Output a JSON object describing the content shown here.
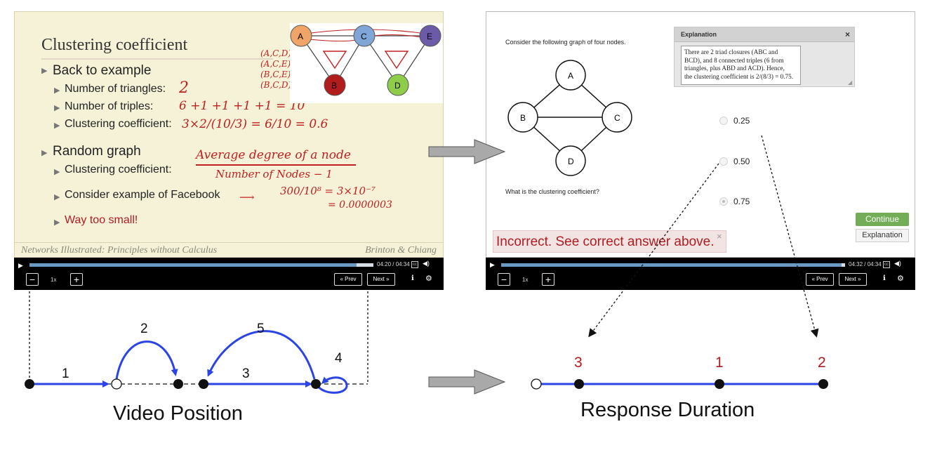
{
  "left_player": {
    "slide": {
      "title": "Clustering coefficient",
      "bullets": [
        {
          "level": 1,
          "text": "Back to example"
        },
        {
          "level": 2,
          "text": "Number of triangles:",
          "handwriting": "2"
        },
        {
          "level": 2,
          "text": "Number of triples:",
          "handwriting": "6 +1 +1 +1 +1 = 10"
        },
        {
          "level": 2,
          "text": "Clustering coefficient:",
          "handwriting": "3×2/(10/3) = 6/10 = 0.6"
        },
        {
          "level": 1,
          "text": "Random graph"
        },
        {
          "level": 2,
          "text": "Clustering coefficient:",
          "handwriting_top": "Average degree of a node",
          "handwriting_bottom": "Number of Nodes − 1"
        },
        {
          "level": 2,
          "text": "Consider example of Facebook",
          "handwriting": "300/10⁸ = 3×10⁻⁷",
          "handwriting_2": "= 0.0000003"
        },
        {
          "level": 2,
          "text": "Way too small!",
          "color": "#b01c22"
        }
      ],
      "triples_note": [
        "(A,C,D)",
        "(A,C,E)",
        "(B,C,E)",
        "(B,C,D)"
      ],
      "graph_nodes": [
        {
          "label": "A",
          "color": "#f0a468"
        },
        {
          "label": "C",
          "color": "#7fa6d6"
        },
        {
          "label": "E",
          "color": "#6a5aa8"
        },
        {
          "label": "B",
          "color": "#b21c1c"
        },
        {
          "label": "D",
          "color": "#8fcc4a"
        }
      ],
      "footer_left": "Networks Illustrated: Principles without Calculus",
      "footer_right": "Brinton & Chiang"
    },
    "controls": {
      "time": "04:20 / 04:34",
      "progress": 0.95,
      "speed": "1x",
      "minus": "−",
      "plus": "+",
      "prev": "« Prev",
      "next": "Next »",
      "cc": "cc"
    }
  },
  "right_player": {
    "question_intro": "Consider the following graph of four nodes.",
    "question": "What is the clustering coefficient?",
    "graph_nodes": [
      "A",
      "B",
      "C",
      "D"
    ],
    "options": [
      {
        "label": "0.25",
        "selected": false
      },
      {
        "label": "0.50",
        "selected": false
      },
      {
        "label": "0.75",
        "selected": true
      }
    ],
    "explanation": {
      "title": "Explanation",
      "close": "×",
      "line1": "There are 2 triad closures (ABC and",
      "line2": "BCD), and 8 connected triples (6 from",
      "line3": "triangles, plus ABD and ACD). Hence,",
      "line4": "the clustering coefficient is 2/(8/3) = 0.75."
    },
    "continue_label": "Continue",
    "explanation_label": "Explanation",
    "feedback": "Incorrect. See correct answer above.",
    "feedback_close": "×",
    "controls": {
      "time": "04:32 / 04:34",
      "progress": 0.99,
      "speed": "1x",
      "minus": "−",
      "plus": "+",
      "prev": "« Prev",
      "next": "Next »",
      "cc": "cc"
    }
  },
  "bottom_left": {
    "label": "Video Position",
    "segment_numbers": [
      "1",
      "2",
      "3",
      "4",
      "5"
    ]
  },
  "bottom_right": {
    "label": "Response Duration",
    "numbers": [
      "3",
      "1",
      "2"
    ]
  },
  "colors": {
    "arrow_blue": "#2a44e6",
    "answer_red": "#b01c22",
    "slide_bg": "#f6f2d8",
    "continue_green": "#73ad57"
  }
}
